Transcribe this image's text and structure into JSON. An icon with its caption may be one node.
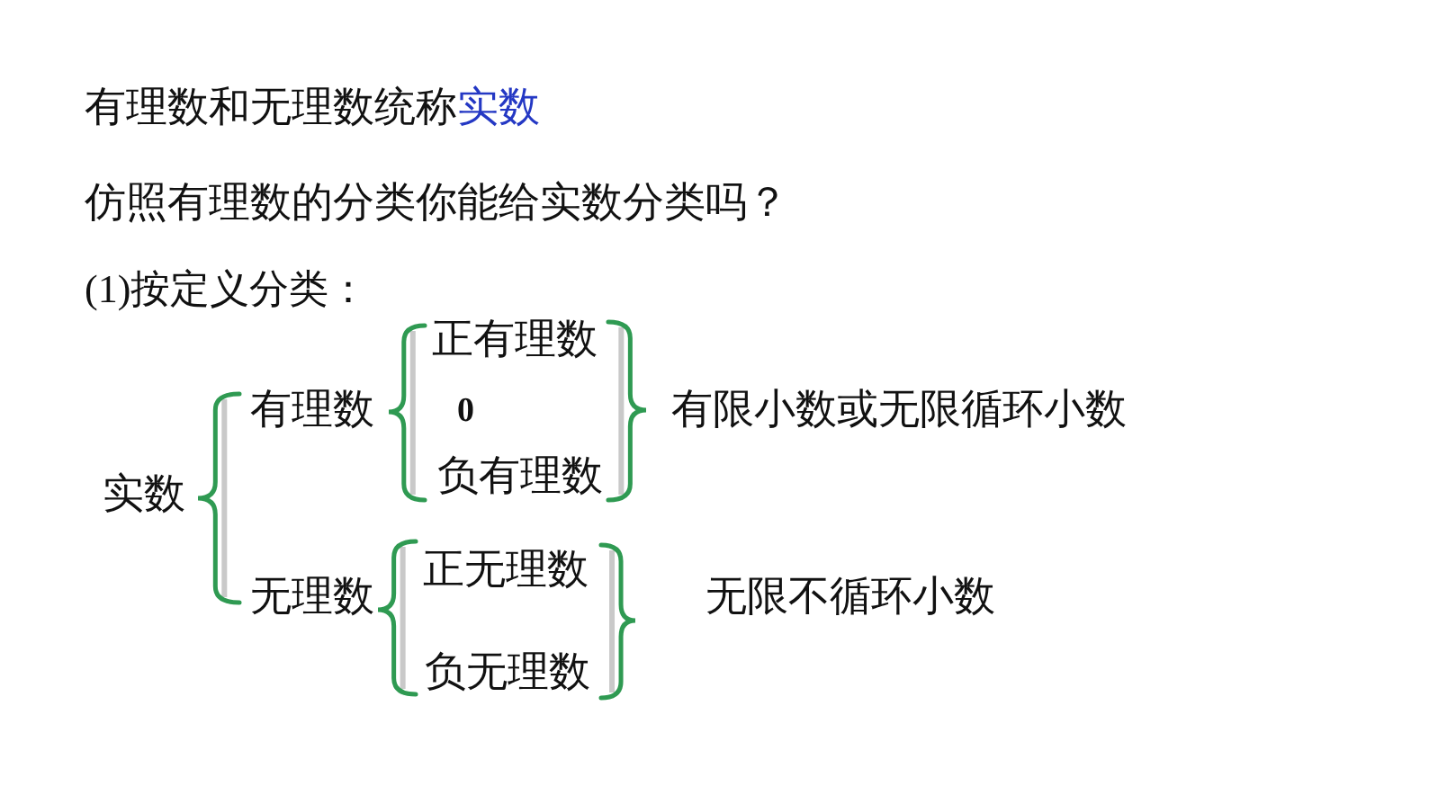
{
  "diagram": {
    "labels": [
      "有理数和无理数统称",
      "实数",
      "仿照有理数的分类你能给实数分类吗？",
      "(1)按定义分类：",
      "实数",
      "有理数",
      "正有理数",
      "0",
      "负有理数",
      "有限小数或无限循环小数",
      "无理数",
      "正无理数",
      "负无理数",
      "无限不循环小数"
    ]
  }
}
